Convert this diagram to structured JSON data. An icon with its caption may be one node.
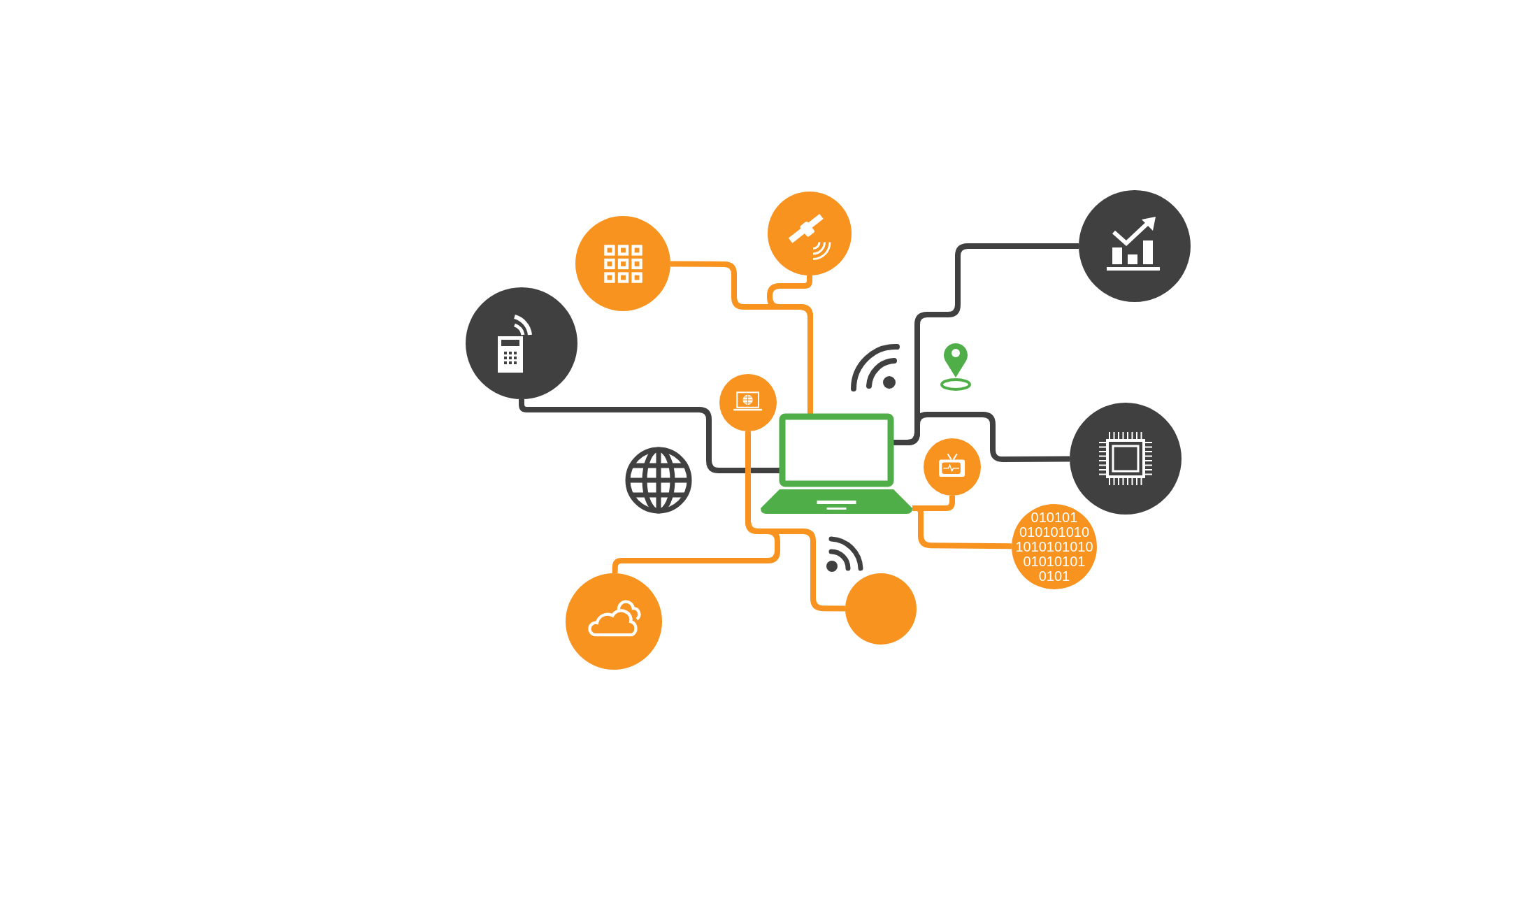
{
  "diagram": {
    "nodes": [
      {
        "text": [],
        "shape": "circle"
      },
      {
        "text": [],
        "shape": "circle"
      },
      {
        "text": [],
        "shape": "circle"
      },
      {
        "text": [],
        "shape": "circle"
      },
      {
        "text": [],
        "shape": "circle"
      },
      {
        "text": [],
        "shape": "picture"
      },
      {
        "text": [],
        "shape": "circle"
      },
      {
        "text": [],
        "shape": "circle"
      },
      {
        "text": [
          "010101 010101010 1010101010 01010101 0101"
        ]
      },
      {
        "text": [],
        "shape": "circle"
      },
      {
        "text": [],
        "shape": "circle"
      }
    ],
    "edges": [
      {
        "from": 0,
        "to": 5,
        "arrow": "none"
      },
      {
        "from": 1,
        "to": 5,
        "arrow": "none"
      },
      {
        "from": 2,
        "to": 5,
        "arrow": "none",
        "color": "#404040"
      },
      {
        "from": 7,
        "to": 5,
        "arrow": "none",
        "color": "#404040"
      },
      {
        "from": 3,
        "to": 5,
        "arrow": "none",
        "color": "#404040"
      },
      {
        "from": 4,
        "to": 10,
        "arrow": "none"
      },
      {
        "from": 4,
        "to": 9,
        "arrow": "none"
      },
      {
        "from": 5,
        "to": 6,
        "arrow": "none"
      },
      {
        "from": 5,
        "to": 8,
        "arrow": "none"
      }
    ]
  }
}
